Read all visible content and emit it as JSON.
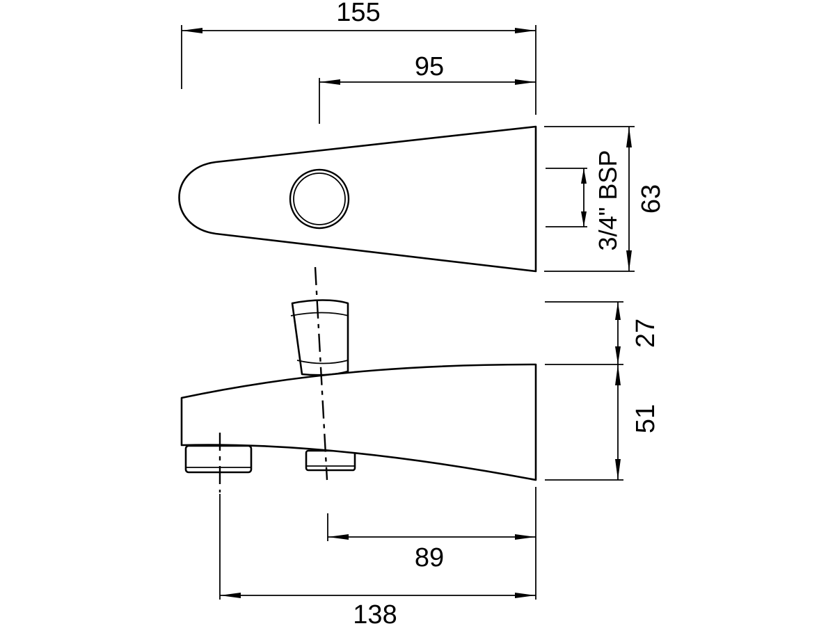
{
  "dimensions": {
    "overall_width_top": "155",
    "handle_offset": "95",
    "body_height_top": "63",
    "thread_spec": "3/4\" BSP",
    "knob_height": "27",
    "body_height_side": "51",
    "outlet_offset": "89",
    "overall_width_bottom": "138"
  }
}
